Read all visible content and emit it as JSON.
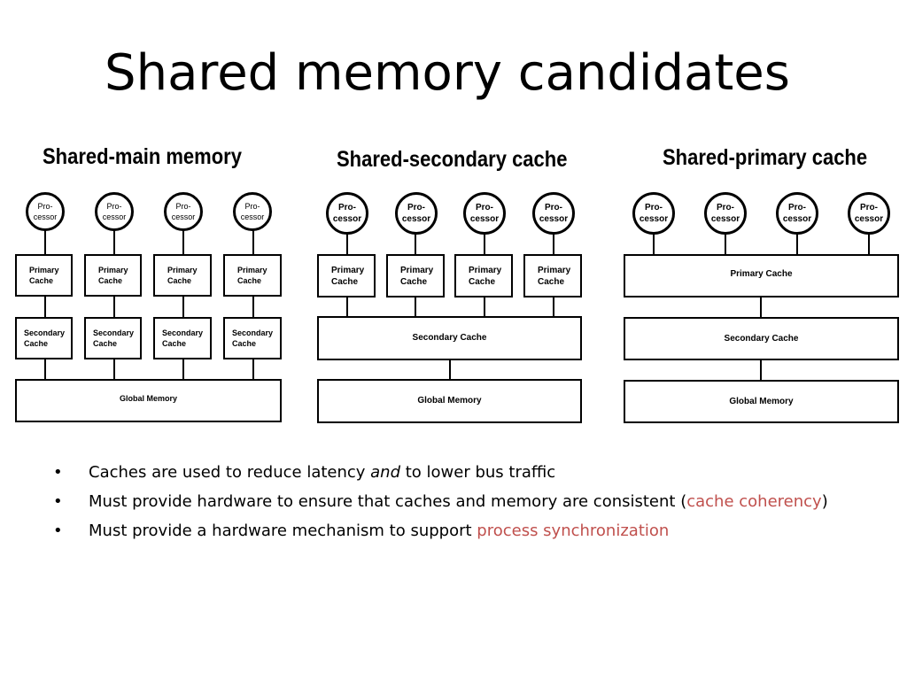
{
  "slide": {
    "title": "Shared memory candidates"
  },
  "diagrams": [
    {
      "title": "Shared-main memory",
      "processor_label": [
        "Pro-",
        "cessor"
      ],
      "primary_label": [
        "Primary",
        "Cache"
      ],
      "secondary_label": [
        "Secondary",
        "Cache"
      ],
      "memory_label": "Global Memory"
    },
    {
      "title": "Shared-secondary cache",
      "processor_label": [
        "Pro-",
        "cessor"
      ],
      "primary_label": [
        "Primary",
        "Cache"
      ],
      "secondary_label": "Secondary Cache",
      "memory_label": "Global Memory"
    },
    {
      "title": "Shared-primary cache",
      "processor_label": [
        "Pro-",
        "cessor"
      ],
      "primary_label": "Primary Cache",
      "secondary_label": "Secondary Cache",
      "memory_label": "Global Memory"
    }
  ],
  "bullets": [
    {
      "before": "Caches are used to reduce latency ",
      "em": "and",
      "after": " to lower bus traffic"
    },
    {
      "before": "Must provide hardware to ensure that caches and memory are consistent (",
      "highlight": "cache coherency",
      "after": ")"
    },
    {
      "before": "Must provide a hardware mechanism to support ",
      "highlight": "process synchronization",
      "after": ""
    }
  ],
  "colors": {
    "highlight": "#c0504d",
    "text": "#000000",
    "background": "#ffffff"
  }
}
